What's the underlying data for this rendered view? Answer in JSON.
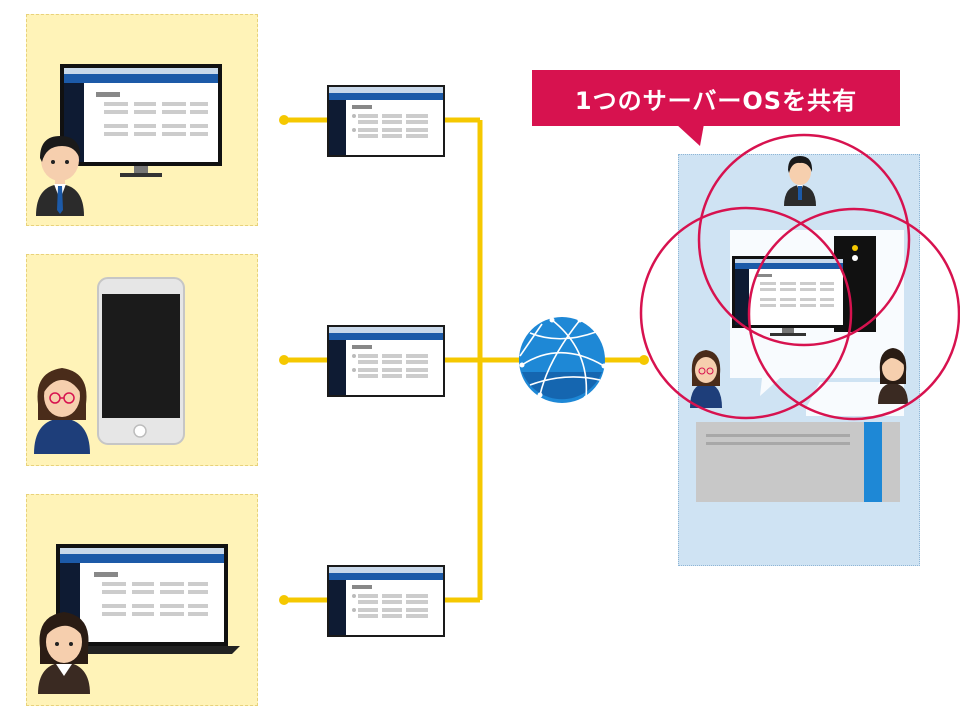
{
  "callout": {
    "text": "1つのサーバーOSを共有"
  },
  "clients": [
    {
      "device": "desktop-monitor",
      "user": "man-in-suit"
    },
    {
      "device": "smartphone",
      "user": "woman-with-glasses"
    },
    {
      "device": "laptop",
      "user": "woman"
    }
  ],
  "server": {
    "users": [
      "man",
      "woman-with-glasses",
      "woman"
    ],
    "overlapping_circles": 3
  },
  "colors": {
    "client_panel": "#fff3b8",
    "connector": "#f5c800",
    "callout": "#d7124f",
    "server_area": "#cfe3f3",
    "circle_stroke": "#d7124f",
    "app_header": "#1c5aa8",
    "app_sidebar": "#0e1b33"
  },
  "icons": [
    "globe-network-icon",
    "server-tower-icon",
    "user-avatar-icon"
  ]
}
